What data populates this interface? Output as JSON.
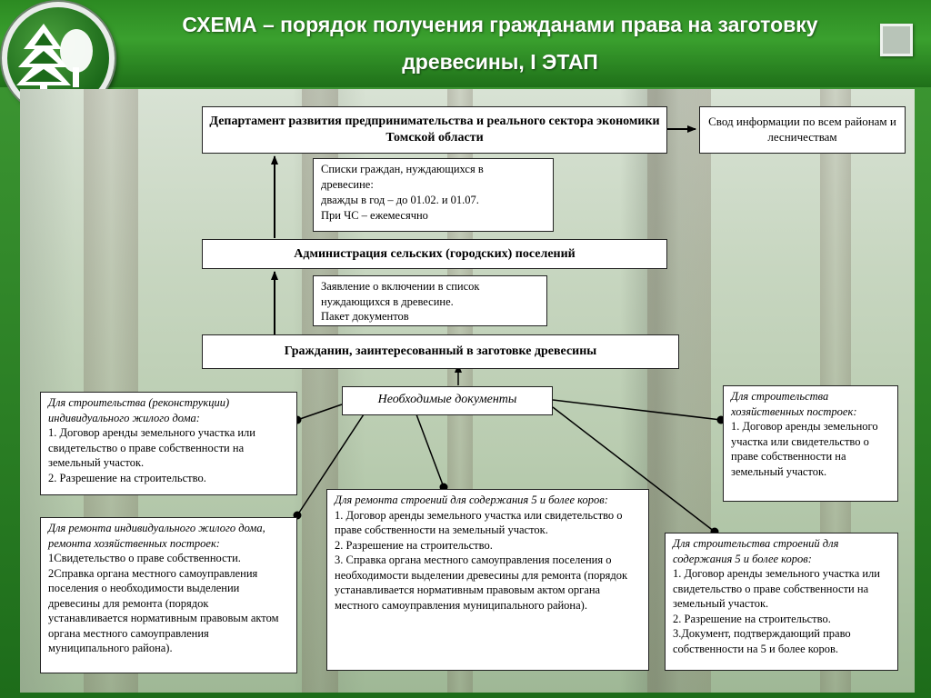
{
  "slide": {
    "title_line1": "СХЕМА  – порядок получения гражданами права на заготовку",
    "title_line2": "древесины, I ЭТАП"
  },
  "colors": {
    "frame_green": "#2c8a22",
    "title_text": "#ffffff",
    "box_bg": "#ffffff",
    "line": "#000000"
  },
  "icons": {
    "logo": "forest-tree-logo-icon",
    "corner": "square-button-icon"
  },
  "boxes": {
    "department": "Департамент развития предпринимательства и реального сектора экономики Томской области",
    "summary": "Свод информации по всем районам и лесничествам",
    "lists": [
      "Списки граждан, нуждающихся в",
      "древесине:",
      "дважды в год – до 01.02.  и  01.07.",
      "При ЧС – ежемесячно"
    ],
    "administration": "Администрация сельских (городских) поселений",
    "application": [
      "Заявление о включении в список",
      "нуждающихся в древесине.",
      "Пакет документов"
    ],
    "citizen": "Гражданин, заинтересованный в заготовке древесины",
    "documents": "Необходимые документы",
    "individual_construction": {
      "heading": "Для строительства (реконструкции) индивидуального жилого дома:",
      "items": [
        "1. Договор аренды земельного участка или свидетельство о праве собственности на земельный участок.",
        "2. Разрешение на строительство."
      ]
    },
    "outbuildings": {
      "heading": "Для строительства хозяйственных построек:",
      "items": [
        "1. Договор аренды земельного участка или свидетельство о праве собственности на земельный участок."
      ]
    },
    "repair_house": {
      "heading": "Для ремонта индивидуального жилого дома, ремонта хозяйственных построек:",
      "items": [
        "1Свидетельство о праве собственности.",
        "2Справка органа местного самоуправления поселения о необходимости выделении древесины для ремонта (порядок устанавливается нормативным правовым актом органа местного самоуправления муниципального района)."
      ]
    },
    "repair_barn": {
      "heading": "Для ремонта строений для содержания 5 и более коров:",
      "items": [
        "1. Договор аренды земельного участка или свидетельство о праве собственности на земельный участок.",
        "2. Разрешение на строительство.",
        "3. Справка органа местного самоуправления поселения о необходимости выделении древесины для ремонта (порядок устанавливается нормативным правовым актом органа местного самоуправления муниципального района)."
      ]
    },
    "build_barn": {
      "heading": "Для строительства строений для содержания 5 и более коров:",
      "items": [
        "1. Договор аренды земельного участка или свидетельство о праве собственности на земельный участок.",
        "2. Разрешение на строительство.",
        "3.Документ, подтверждающий право собственности на 5 и более коров."
      ]
    }
  }
}
